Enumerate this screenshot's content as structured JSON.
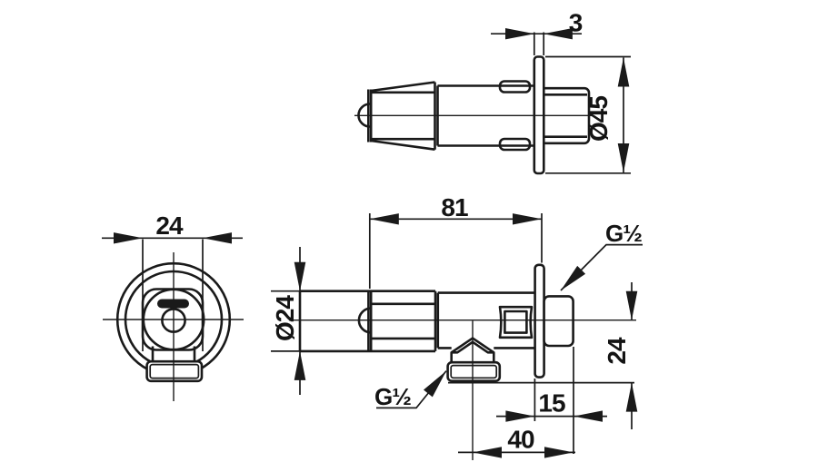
{
  "drawing": {
    "type": "technical-dimension-drawing",
    "subject": "wall-mounted angle valve, three orthographic views",
    "colors": {
      "background": "#ffffff",
      "line": "#1a1a1a",
      "text": "#141414"
    }
  },
  "dims": {
    "flange_thickness": "3",
    "flange_diameter": "Ø45",
    "front_width": "24",
    "body_length": "81",
    "handle_diameter": "Ø24",
    "wall_thread": "G½",
    "outlet_thread": "G½",
    "outlet_drop": "24",
    "wall_clearance": "15",
    "outlet_reach": "40"
  }
}
